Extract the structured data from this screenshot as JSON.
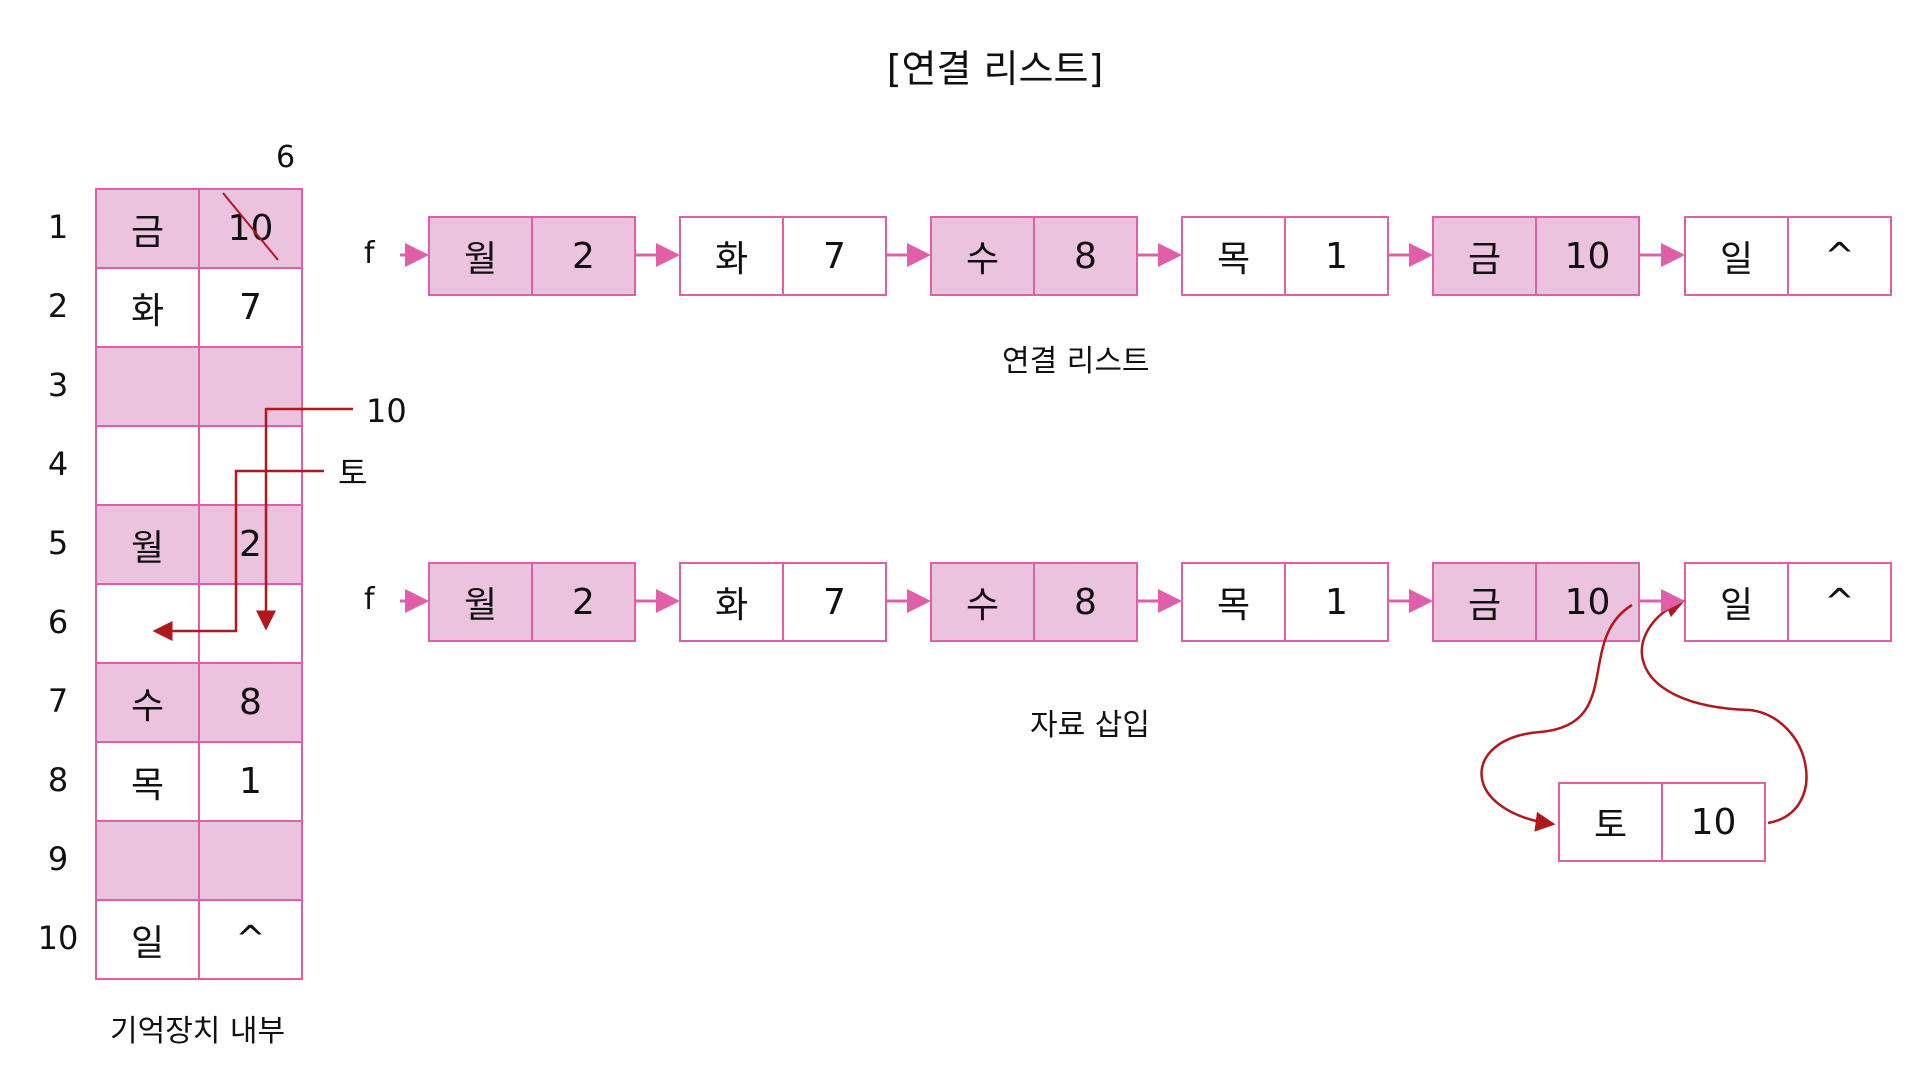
{
  "title": "[연결 리스트]",
  "memory": {
    "caption": "기억장치 내부",
    "rows": [
      {
        "num": "1",
        "data": "금",
        "link": "10",
        "shaded": true
      },
      {
        "num": "2",
        "data": "화",
        "link": "7",
        "shaded": false
      },
      {
        "num": "3",
        "data": "",
        "link": "",
        "shaded": true
      },
      {
        "num": "4",
        "data": "",
        "link": "",
        "shaded": false
      },
      {
        "num": "5",
        "data": "월",
        "link": "2",
        "shaded": true
      },
      {
        "num": "6",
        "data": "",
        "link": "",
        "shaded": false
      },
      {
        "num": "7",
        "data": "수",
        "link": "8",
        "shaded": true
      },
      {
        "num": "8",
        "data": "목",
        "link": "1",
        "shaded": false
      },
      {
        "num": "9",
        "data": "",
        "link": "",
        "shaded": true
      },
      {
        "num": "10",
        "data": "일",
        "link": "^",
        "shaded": false
      }
    ],
    "correction": "6",
    "insert_link_label": "10",
    "insert_data_label": "토"
  },
  "linked_list": {
    "caption": "연결 리스트",
    "head_label": "f",
    "nodes": [
      {
        "data": "월",
        "link": "2",
        "shaded": true
      },
      {
        "data": "화",
        "link": "7",
        "shaded": false
      },
      {
        "data": "수",
        "link": "8",
        "shaded": true
      },
      {
        "data": "목",
        "link": "1",
        "shaded": false
      },
      {
        "data": "금",
        "link": "10",
        "shaded": true
      },
      {
        "data": "일",
        "link": "^",
        "shaded": false
      }
    ]
  },
  "insertion": {
    "caption": "자료 삽입",
    "head_label": "f",
    "nodes": [
      {
        "data": "월",
        "link": "2",
        "shaded": true
      },
      {
        "data": "화",
        "link": "7",
        "shaded": false
      },
      {
        "data": "수",
        "link": "8",
        "shaded": true
      },
      {
        "data": "목",
        "link": "1",
        "shaded": false
      },
      {
        "data": "금",
        "link": "10",
        "shaded": true
      },
      {
        "data": "일",
        "link": "^",
        "shaded": false
      }
    ],
    "new_node": {
      "data": "토",
      "link": "10"
    }
  },
  "colors": {
    "cell_border": "#e05fa8",
    "cell_fill": "#ecc3de",
    "pointer_arrow": "#e05fa8",
    "annotation": "#b0181c"
  }
}
